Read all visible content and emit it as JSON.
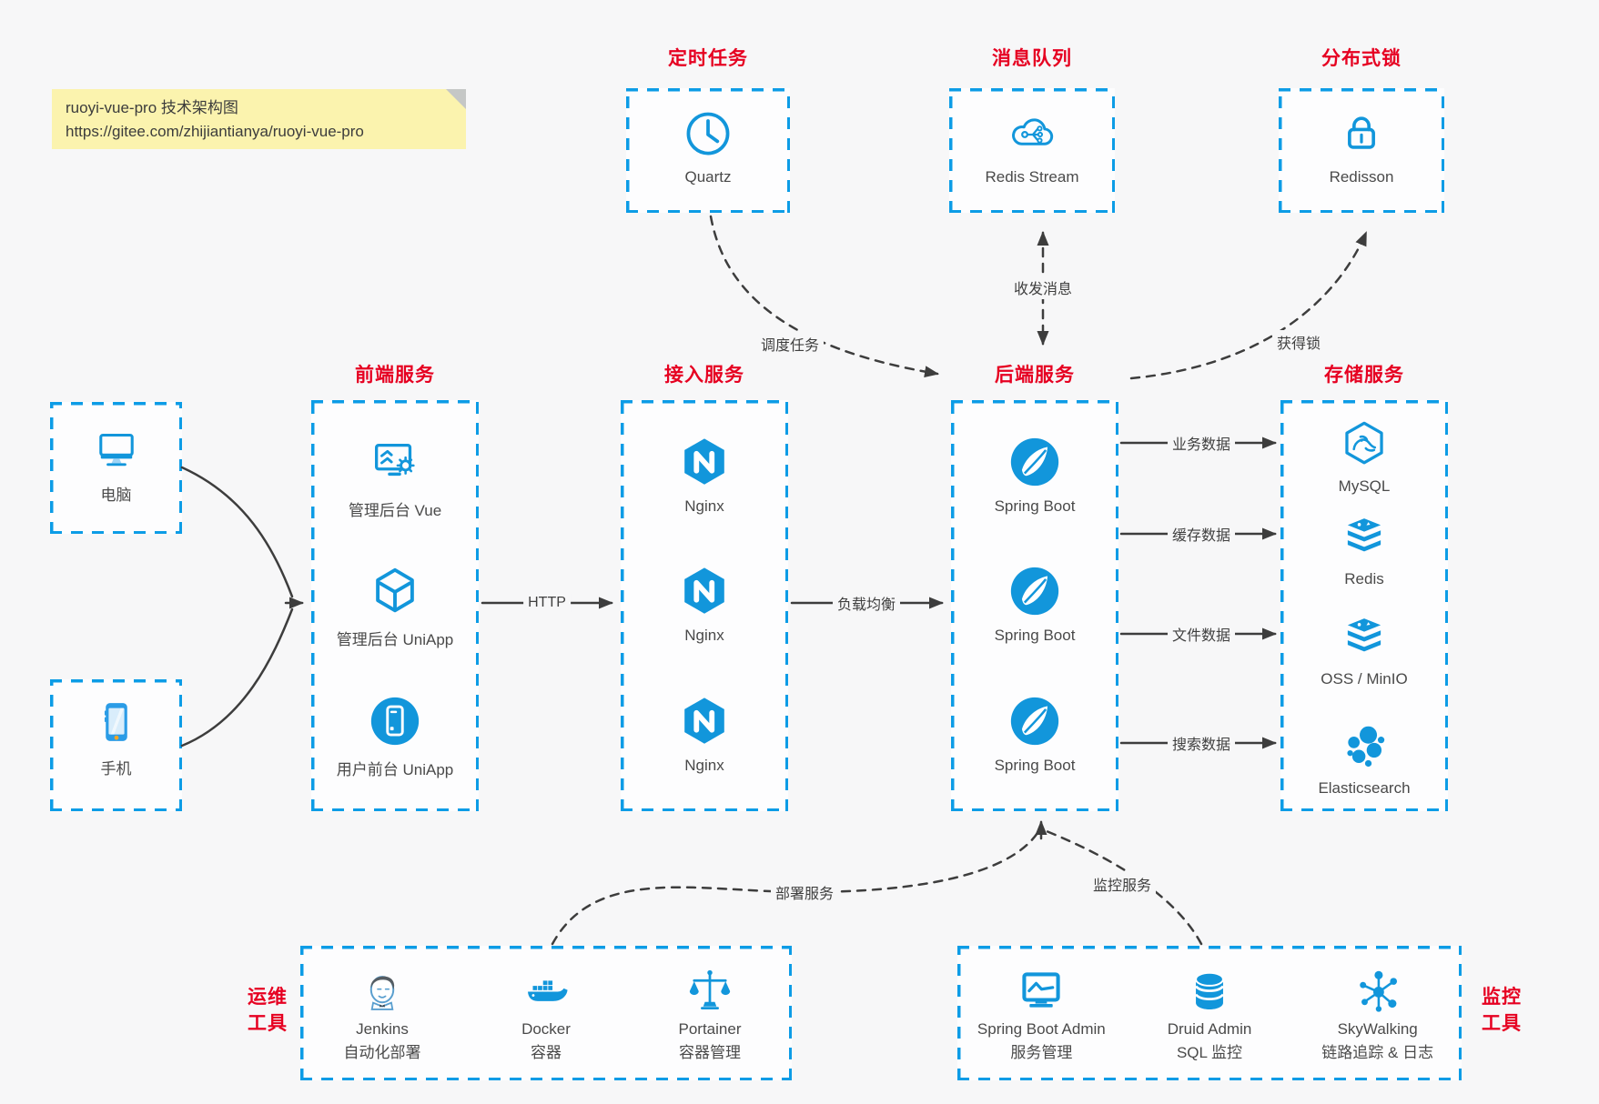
{
  "note": {
    "line1": "ruoyi-vue-pro 技术架构图",
    "line2": "https://gitee.com/zhijiantianya/ruoyi-vue-pro"
  },
  "groups": {
    "scheduler": {
      "title": "定时任务",
      "node": {
        "label": "Quartz",
        "icon": "clock-icon"
      }
    },
    "mq": {
      "title": "消息队列",
      "node": {
        "label": "Redis Stream",
        "icon": "cloud-stream-icon"
      }
    },
    "lock": {
      "title": "分布式锁",
      "node": {
        "label": "Redisson",
        "icon": "lock-icon"
      }
    },
    "clients": {
      "pc": {
        "label": "电脑",
        "icon": "computer-icon"
      },
      "phone": {
        "label": "手机",
        "icon": "phone-icon"
      }
    },
    "frontend": {
      "title": "前端服务",
      "items": [
        {
          "label": "管理后台 Vue",
          "icon": "admin-vue-icon"
        },
        {
          "label": "管理后台 UniApp",
          "icon": "uniapp-cube-icon"
        },
        {
          "label": "用户前台 UniApp",
          "icon": "mobile-app-icon"
        }
      ]
    },
    "gateway": {
      "title": "接入服务",
      "items": [
        {
          "label": "Nginx",
          "icon": "nginx-icon"
        },
        {
          "label": "Nginx",
          "icon": "nginx-icon"
        },
        {
          "label": "Nginx",
          "icon": "nginx-icon"
        }
      ]
    },
    "backend": {
      "title": "后端服务",
      "items": [
        {
          "label": "Spring Boot",
          "icon": "spring-boot-icon"
        },
        {
          "label": "Spring Boot",
          "icon": "spring-boot-icon"
        },
        {
          "label": "Spring Boot",
          "icon": "spring-boot-icon"
        }
      ]
    },
    "storage": {
      "title": "存储服务",
      "items": [
        {
          "label": "MySQL",
          "icon": "mysql-icon"
        },
        {
          "label": "Redis",
          "icon": "redis-stack-icon"
        },
        {
          "label": "OSS / MinIO",
          "icon": "object-storage-icon"
        },
        {
          "label": "Elasticsearch",
          "icon": "elasticsearch-icon"
        }
      ]
    },
    "devops": {
      "title_lines": [
        "运维",
        "工具"
      ],
      "items": [
        {
          "name": "Jenkins",
          "desc": "自动化部署",
          "icon": "jenkins-icon"
        },
        {
          "name": "Docker",
          "desc": "容器",
          "icon": "docker-icon"
        },
        {
          "name": "Portainer",
          "desc": "容器管理",
          "icon": "portainer-icon"
        }
      ]
    },
    "monitoring": {
      "title_lines": [
        "监控",
        "工具"
      ],
      "items": [
        {
          "name": "Spring Boot Admin",
          "desc": "服务管理",
          "icon": "spring-boot-admin-icon"
        },
        {
          "name": "Druid Admin",
          "desc": "SQL 监控",
          "icon": "druid-icon"
        },
        {
          "name": "SkyWalking",
          "desc": "链路追踪 & 日志",
          "icon": "skywalking-icon"
        }
      ]
    }
  },
  "edges": {
    "http": "HTTP",
    "load_balance": "负载均衡",
    "business_data": "业务数据",
    "cache_data": "缓存数据",
    "file_data": "文件数据",
    "search_data": "搜索数据",
    "schedule_tasks": "调度任务",
    "send_receive_messages": "收发消息",
    "acquire_lock": "获得锁",
    "deploy_services": "部署服务",
    "monitor_services": "监控服务"
  },
  "colors": {
    "accent_blue": "#1296db",
    "dash_blue": "#0c9ce6",
    "title_red": "#e60021",
    "arrow_gray": "#3d3d3d",
    "note_bg": "#fbf3ae",
    "canvas_bg": "#f7f7f8",
    "node_bg": "#fdfdfe",
    "label_gray": "#4a4a4a"
  }
}
